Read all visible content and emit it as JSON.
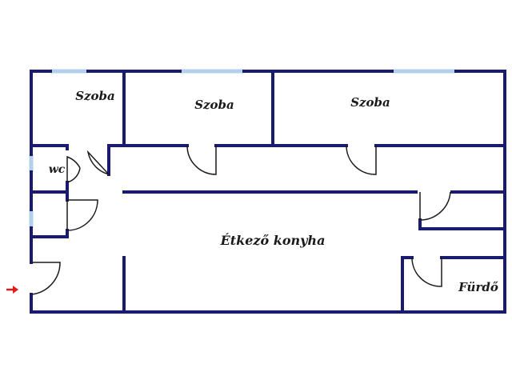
{
  "colors": {
    "wall": "#1a1a6e",
    "window": "#b4cfe8",
    "door": "#1a1a1a",
    "entrance_arrow": "#e01b1b",
    "background": "#ffffff"
  },
  "rooms": {
    "room1": "Szoba",
    "room2": "Szoba",
    "room3": "Szoba",
    "wc": "wc",
    "kitchen": "Étkező konyha",
    "bathroom": "Fürdő"
  },
  "icons": {
    "entrance": "entrance-arrow-icon"
  }
}
